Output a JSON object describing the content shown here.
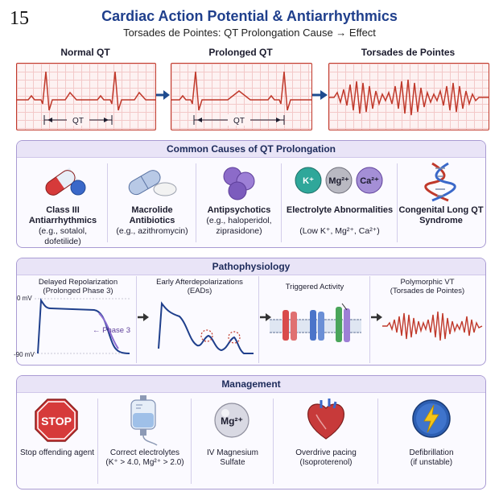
{
  "page_number": "15",
  "title": "Cardiac Action Potential & Antiarrhythmics",
  "subtitle": "Torsades de Pointes: QT Prolongation Cause → Effect",
  "ecg_panels": [
    {
      "label": "Normal QT",
      "interval_label": "QT"
    },
    {
      "label": "Prolonged QT",
      "interval_label": "QT"
    },
    {
      "label": "Torsades de Pointes"
    }
  ],
  "causes": {
    "header": "Common Causes of QT Prolongation",
    "items": [
      {
        "title": "Class III Antiarrhythmics",
        "detail": "(e.g., sotalol, dofetilide)",
        "icon": "pill-capsule-icon"
      },
      {
        "title": "Macrolide Antibiotics",
        "detail": "(e.g., azithromycin)",
        "icon": "tablets-icon"
      },
      {
        "title": "Antipsychotics",
        "detail": "(e.g., haloperidol, ziprasidone)",
        "icon": "purple-pills-icon"
      },
      {
        "title": "Electrolyte Abnormalities",
        "detail": "(Low K⁺, Mg²⁺, Ca²⁺)",
        "icon": "ion-bubbles-icon",
        "ions": [
          "K⁺",
          "Mg²⁺",
          "Ca²⁺"
        ]
      },
      {
        "title": "Congenital Long QT Syndrome",
        "detail": "",
        "icon": "dna-icon"
      }
    ]
  },
  "patho": {
    "header": "Pathophysiology",
    "items": [
      {
        "title": "Delayed Repolarization",
        "detail": "(Prolonged Phase 3)"
      },
      {
        "title": "Early Afterdepolarizations",
        "detail": "(EADs)"
      },
      {
        "title": "Triggered Activity",
        "detail": ""
      },
      {
        "title": "Polymorphic VT",
        "detail": "(Torsades de Pointes)"
      }
    ],
    "ap_axis_top": "0 mV",
    "ap_axis_bottom": "-90 mV",
    "phase_label": "← Phase 3"
  },
  "management": {
    "header": "Management",
    "stop_sign_text": "STOP",
    "mg_text": "Mg²⁺",
    "items": [
      {
        "title": "Stop offending agent",
        "detail": ""
      },
      {
        "title": "Correct electrolytes",
        "detail": "(K⁺ > 4.0, Mg²⁺ > 2.0)"
      },
      {
        "title": "IV Magnesium",
        "detail": "Sulfate"
      },
      {
        "title": "Overdrive pacing",
        "detail": "(Isoproterenol)"
      },
      {
        "title": "Defibrillation",
        "detail": "(if unstable)"
      }
    ]
  },
  "colors": {
    "title": "#1f3f8c",
    "ecg": "#c0392b",
    "section_border": "#a99bd3",
    "arrow": "#1e4b8f"
  }
}
